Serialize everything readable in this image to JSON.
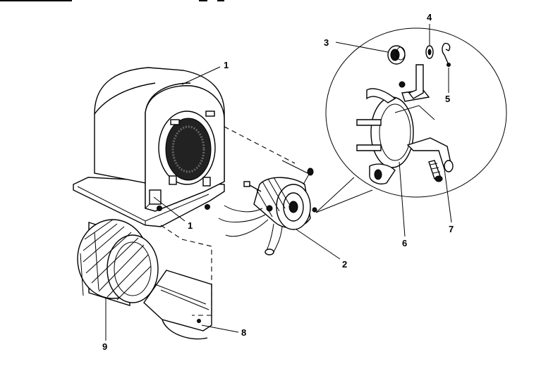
{
  "diagram": {
    "callouts": {
      "c1a": "1",
      "c1b": "1",
      "c2": "2",
      "c3": "3",
      "c4": "4",
      "c5": "5",
      "c6": "6",
      "c7": "7",
      "c8": "8",
      "c9": "9"
    }
  }
}
